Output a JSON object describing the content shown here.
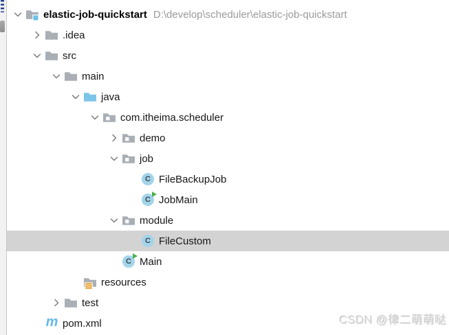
{
  "tree": {
    "rows": [
      {
        "label": "elastic-job-quickstart",
        "path": "D:\\develop\\scheduler\\elastic-job-quickstart",
        "depth": 0,
        "icon": "project-folder",
        "expanded": true,
        "bold": true,
        "selected": false
      },
      {
        "label": ".idea",
        "depth": 1,
        "icon": "folder",
        "expanded": false,
        "selected": false
      },
      {
        "label": "src",
        "depth": 1,
        "icon": "folder",
        "expanded": true,
        "selected": false
      },
      {
        "label": "main",
        "depth": 2,
        "icon": "folder",
        "expanded": true,
        "selected": false
      },
      {
        "label": "java",
        "depth": 3,
        "icon": "source-folder",
        "expanded": true,
        "selected": false
      },
      {
        "label": "com.itheima.scheduler",
        "depth": 4,
        "icon": "package",
        "expanded": true,
        "selected": false
      },
      {
        "label": "demo",
        "depth": 5,
        "icon": "package",
        "expanded": false,
        "selected": false
      },
      {
        "label": "job",
        "depth": 5,
        "icon": "package",
        "expanded": true,
        "selected": false
      },
      {
        "label": "FileBackupJob",
        "depth": 6,
        "icon": "class",
        "selected": false
      },
      {
        "label": "JobMain",
        "depth": 6,
        "icon": "runnable-class",
        "selected": false
      },
      {
        "label": "module",
        "depth": 5,
        "icon": "package",
        "expanded": true,
        "selected": false
      },
      {
        "label": "FileCustom",
        "depth": 6,
        "icon": "class",
        "selected": true
      },
      {
        "label": "Main",
        "depth": 5,
        "icon": "runnable-class",
        "selected": false
      },
      {
        "label": "resources",
        "depth": 3,
        "icon": "resources-folder",
        "selected": false
      },
      {
        "label": "test",
        "depth": 2,
        "icon": "folder",
        "expanded": false,
        "selected": false
      },
      {
        "label": "pom.xml",
        "depth": 1,
        "icon": "maven",
        "selected": false
      }
    ]
  },
  "icons": {
    "class_letter": "C",
    "maven_letter": "m"
  },
  "colors": {
    "selection_bg": "#d3d3d3",
    "folder_gray": "#a9afb5",
    "source_root_blue": "#7cc5e8",
    "project_badge_blue": "#6bc2e8",
    "resources_orange": "#e9a63a",
    "class_circle_blue": "#a3d4ea",
    "run_arrow_green": "#47b04b",
    "maven_blue": "#64b9e6",
    "path_gray": "#9a9a9a",
    "chevron_gray": "#757575"
  },
  "watermark": {
    "text": "CSDN @律二萌萌哒"
  }
}
